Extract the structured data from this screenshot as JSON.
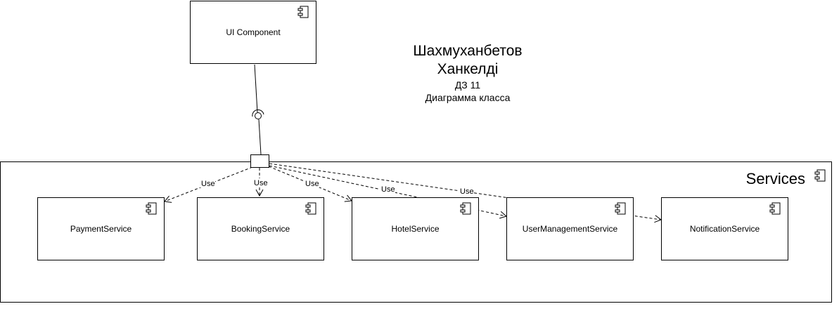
{
  "title": {
    "author": "Шахмуханбетов Ханкелді",
    "assignment": "ДЗ 11",
    "subtitle": "Диаграмма класса"
  },
  "ui_component": {
    "label": "UI Component",
    "icon": "component-icon"
  },
  "services_container": {
    "label": "Services",
    "icon": "component-icon"
  },
  "services": [
    {
      "label": "PaymentService",
      "icon": "component-icon"
    },
    {
      "label": "BookingService",
      "icon": "component-icon"
    },
    {
      "label": "HotelService",
      "icon": "component-icon"
    },
    {
      "label": "UserManagementService",
      "icon": "component-icon"
    },
    {
      "label": "NotificationService",
      "icon": "component-icon"
    }
  ],
  "dependency_label": "Use"
}
